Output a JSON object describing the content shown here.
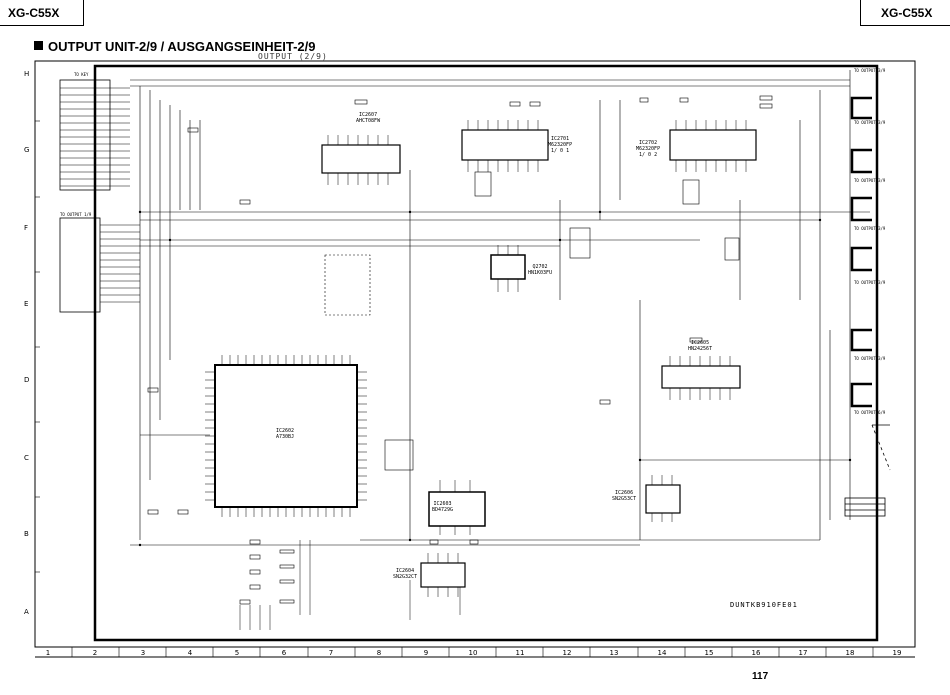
{
  "header": {
    "model_left": "XG-C55X",
    "model_right": "XG-C55X",
    "title": "OUTPUT UNIT-2/9 / AUSGANGSEINHEIT-2/9",
    "subtitle": "OUTPUT (2/9)"
  },
  "grid": {
    "rows": [
      "H",
      "G",
      "F",
      "E",
      "D",
      "C",
      "B",
      "A"
    ],
    "columns": [
      "1",
      "2",
      "3",
      "4",
      "5",
      "6",
      "7",
      "8",
      "9",
      "10",
      "11",
      "12",
      "13",
      "14",
      "15",
      "16",
      "17",
      "18",
      "19"
    ]
  },
  "ics": [
    {
      "ref": "IC2607",
      "part": "AHCT08FW"
    },
    {
      "ref": "IC2701",
      "part": "M62320FP",
      "unit": "1/ 0 1"
    },
    {
      "ref": "IC2702",
      "part": "M62320FP",
      "unit": "1/ 0 2"
    },
    {
      "ref": "Q2702",
      "part": "HN1K03FU"
    },
    {
      "ref": "IC2605",
      "part": "HN24256T"
    },
    {
      "ref": "IC2602",
      "part": "A730BJ"
    },
    {
      "ref": "IC2603",
      "part": "BD4729G"
    },
    {
      "ref": "IC2606",
      "part": "SN2G53CT"
    },
    {
      "ref": "IC2604",
      "part": "SN2G32CT"
    }
  ],
  "connectors": {
    "left_top": "TO KEY",
    "left_mid": "TO OUTPUT 1/9",
    "right_1": "TO OUTPUT 3/9",
    "right_2": "TO OUTPUT 3/9",
    "right_3": "TO OUTPUT 3/9",
    "right_4": "TO OUTPUT 3/9",
    "right_5": "TO OUTPUT 3/9",
    "right_6": "TO OUTPUT 3/9",
    "right_7": "TO OUTPUT 6/9"
  },
  "footer": {
    "doc_code": "DUNTKB910FE01",
    "page_number": "117"
  }
}
